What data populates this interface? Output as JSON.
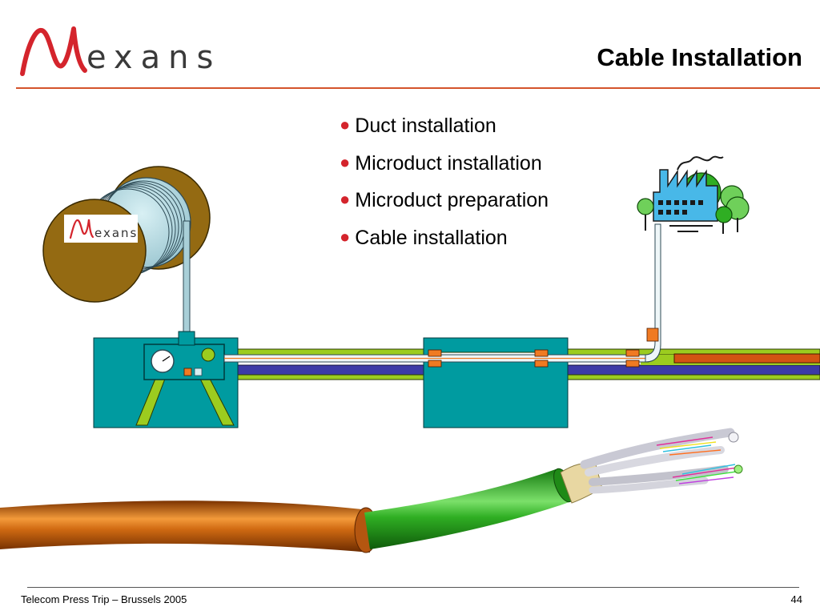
{
  "brand": {
    "name": "exans",
    "reel_label": "exans",
    "accent": "#d4242c"
  },
  "slide": {
    "title": "Cable Installation"
  },
  "bullets": [
    "Duct installation",
    "Microduct installation",
    "Microduct preparation",
    "Cable installation"
  ],
  "footer": {
    "left": "Telecom Press Trip – Brussels 2005",
    "page": "44"
  },
  "colors": {
    "box_teal": "#009ba0",
    "reel_brown": "#946a12",
    "duct_green": "#9ccc1f",
    "duct_blue": "#3c3aa6",
    "fitting_orange": "#f07a22",
    "cable_orange": "#cf6a10",
    "cable_green": "#2fae23"
  }
}
